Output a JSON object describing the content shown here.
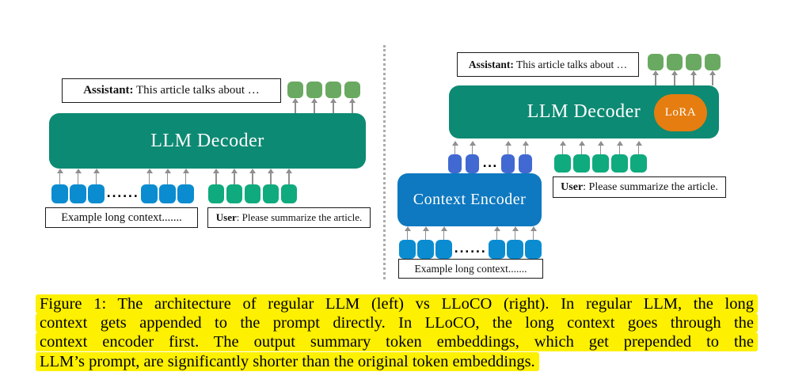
{
  "colors": {
    "decoder": "#0d8a73",
    "encoder": "#0e79c0",
    "token-blue": "#0b8cd0",
    "token-royal": "#4169d1",
    "token-green": "#0faa7e",
    "token-out": "#6aa961",
    "lora": "#e57d10",
    "arrow": "#8f8f8f",
    "divider": "#ababab",
    "highlight": "#fdf000",
    "box-border": "#1a1a1a"
  },
  "left_panel": {
    "assistant_bold": "Assistant:",
    "assistant_text": " This article talks about …",
    "decoder_label": "LLM Decoder",
    "input_dots": "......",
    "example_label": "Example long context.......",
    "user_bold": "User",
    "user_text": ": Please summarize the article."
  },
  "right_panel": {
    "assistant_bold": "Assistant:",
    "assistant_text": " This article talks about …",
    "decoder_label": "LLM Decoder",
    "lora_label": "LoRA",
    "encoder_label": "Context Encoder",
    "summary_dots": "...",
    "input_dots": "......",
    "example_label": "Example long context.......",
    "user_bold": "User",
    "user_text": ": Please summarize the article."
  },
  "caption": {
    "lines": [
      "Figure 1: The architecture of regular LLM (left) vs LLoCO (right). In regular LLM, the long",
      "context gets appended to the prompt directly. In LLoCO, the long context goes through the",
      "context encoder first. The output summary token embeddings, which get prepended to the",
      "LLM’s prompt, are significantly shorter than the original token embeddings."
    ]
  }
}
